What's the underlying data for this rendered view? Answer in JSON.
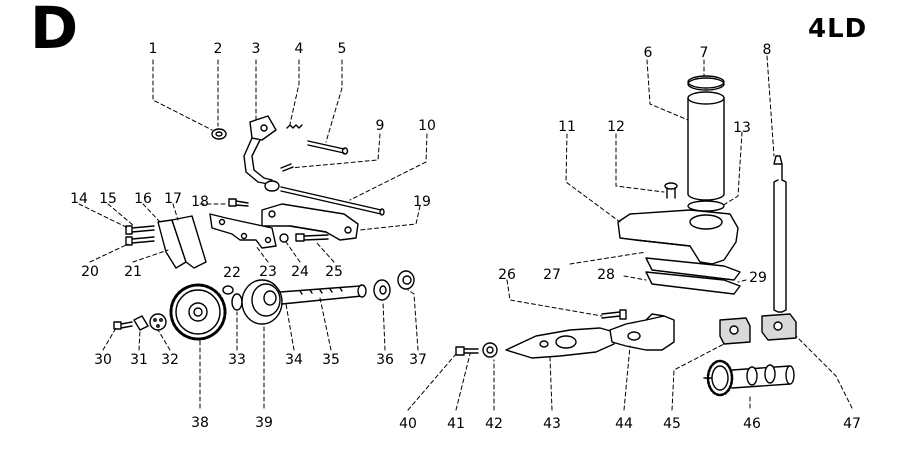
{
  "section_letter": "D",
  "model": "4LD",
  "callouts": [
    "1",
    "2",
    "3",
    "4",
    "5",
    "6",
    "7",
    "8",
    "9",
    "10",
    "11",
    "12",
    "13",
    "14",
    "15",
    "16",
    "17",
    "18",
    "19",
    "20",
    "21",
    "22",
    "23",
    "24",
    "25",
    "26",
    "27",
    "28",
    "29",
    "30",
    "31",
    "32",
    "33",
    "34",
    "35",
    "36",
    "37",
    "38",
    "39",
    "40",
    "41",
    "42",
    "43",
    "44",
    "45",
    "46",
    "47"
  ],
  "colors": {
    "ink": "#000000",
    "paper": "#ffffff",
    "shade": "#d9d9d9"
  }
}
